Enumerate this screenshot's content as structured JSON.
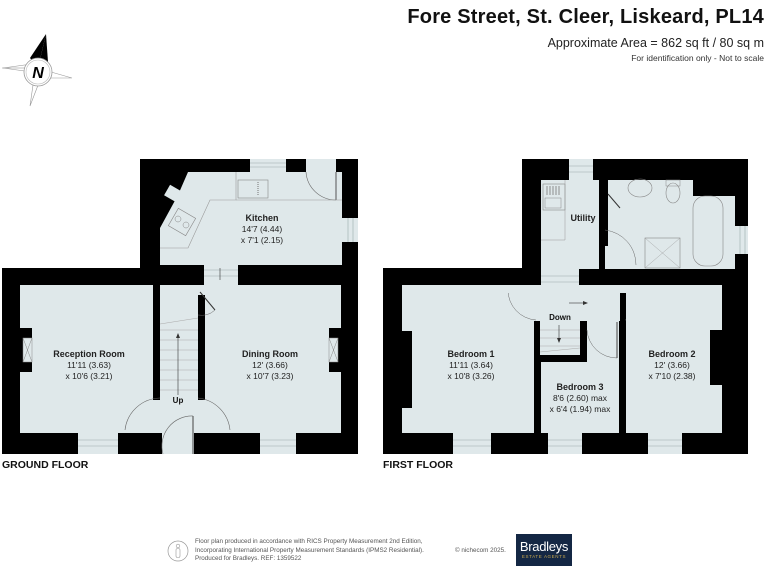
{
  "header": {
    "title": "Fore Street, St. Cleer, Liskeard, PL14",
    "area": "Approximate Area = 862 sq ft / 80 sq m",
    "note": "For identification only - Not to scale"
  },
  "compass": {
    "icon": "north-arrow-icon",
    "label": "N"
  },
  "floors": [
    {
      "label": "GROUND FLOOR",
      "stairs_label": "Up",
      "rooms": [
        {
          "name": "Kitchen",
          "dim1": "14'7 (4.44)",
          "dim2": "x 7'1 (2.15)"
        },
        {
          "name": "Reception Room",
          "dim1": "11'11 (3.63)",
          "dim2": "x 10'6 (3.21)"
        },
        {
          "name": "Dining Room",
          "dim1": "12' (3.66)",
          "dim2": "x 10'7 (3.23)"
        }
      ]
    },
    {
      "label": "FIRST FLOOR",
      "stairs_label": "Down",
      "rooms": [
        {
          "name": "Utility"
        },
        {
          "name": "Bedroom 1",
          "dim1": "11'11 (3.64)",
          "dim2": "x 10'8 (3.26)"
        },
        {
          "name": "Bedroom 2",
          "dim1": "12' (3.66)",
          "dim2": "x 7'10 (2.38)"
        },
        {
          "name": "Bedroom 3",
          "dim1": "8'6 (2.60) max",
          "dim2": "x 6'4 (1.94) max"
        }
      ]
    }
  ],
  "footer": {
    "line1": "Floor plan produced in accordance with RICS Property Measurement 2nd Edition,",
    "line2": "Incorporating International Property Measurement Standards (IPMS2 Residential).",
    "line3": "Produced for Bradleys.   REF: 1359522",
    "copyright": "© nichecom 2025.",
    "logo_brand": "Bradleys",
    "logo_sub": "ESTATE AGENTS"
  },
  "colors": {
    "wall": "#000000",
    "floor_fill": "#dfe8ea",
    "logo_bg": "#142744"
  }
}
